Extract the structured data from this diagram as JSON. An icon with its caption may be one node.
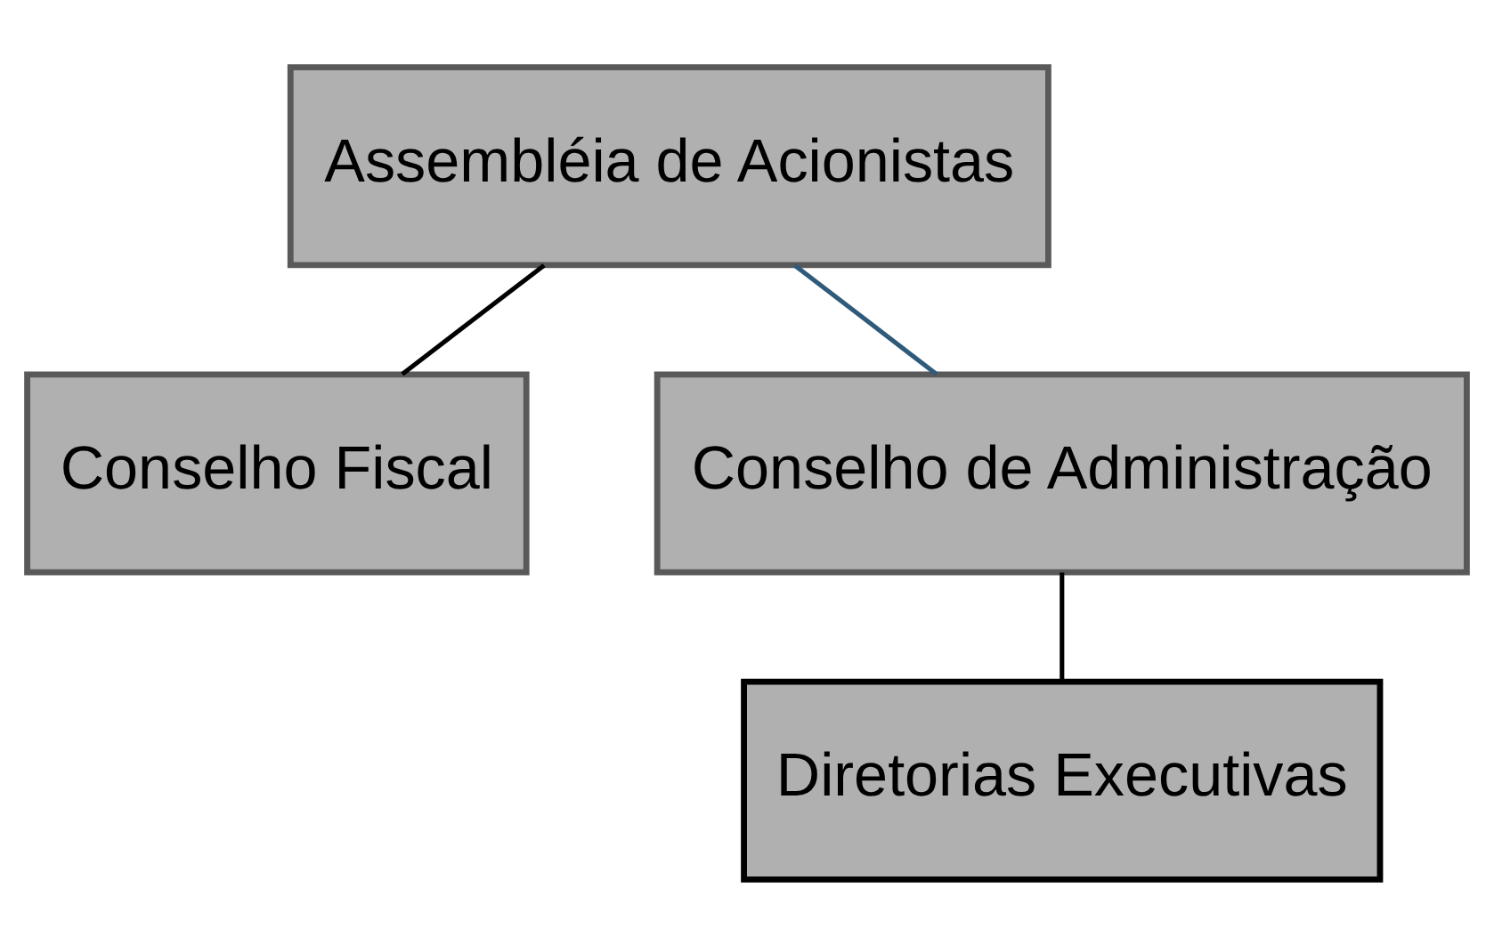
{
  "diagram": {
    "nodes": [
      {
        "text": [
          "Assembléia de Acionistas"
        ]
      },
      {
        "text": [
          "Conselho Fiscal"
        ]
      },
      {
        "text": [
          "Conselho de Administração"
        ]
      },
      {
        "text": [
          "Diretorias Executivas"
        ]
      }
    ],
    "edges": [
      {
        "from": 0,
        "to": 1,
        "arrow": "none"
      },
      {
        "from": 0,
        "to": 2,
        "arrow": "none",
        "color": "#2f5a7a"
      },
      {
        "from": 2,
        "to": 3,
        "arrow": "none"
      }
    ]
  }
}
